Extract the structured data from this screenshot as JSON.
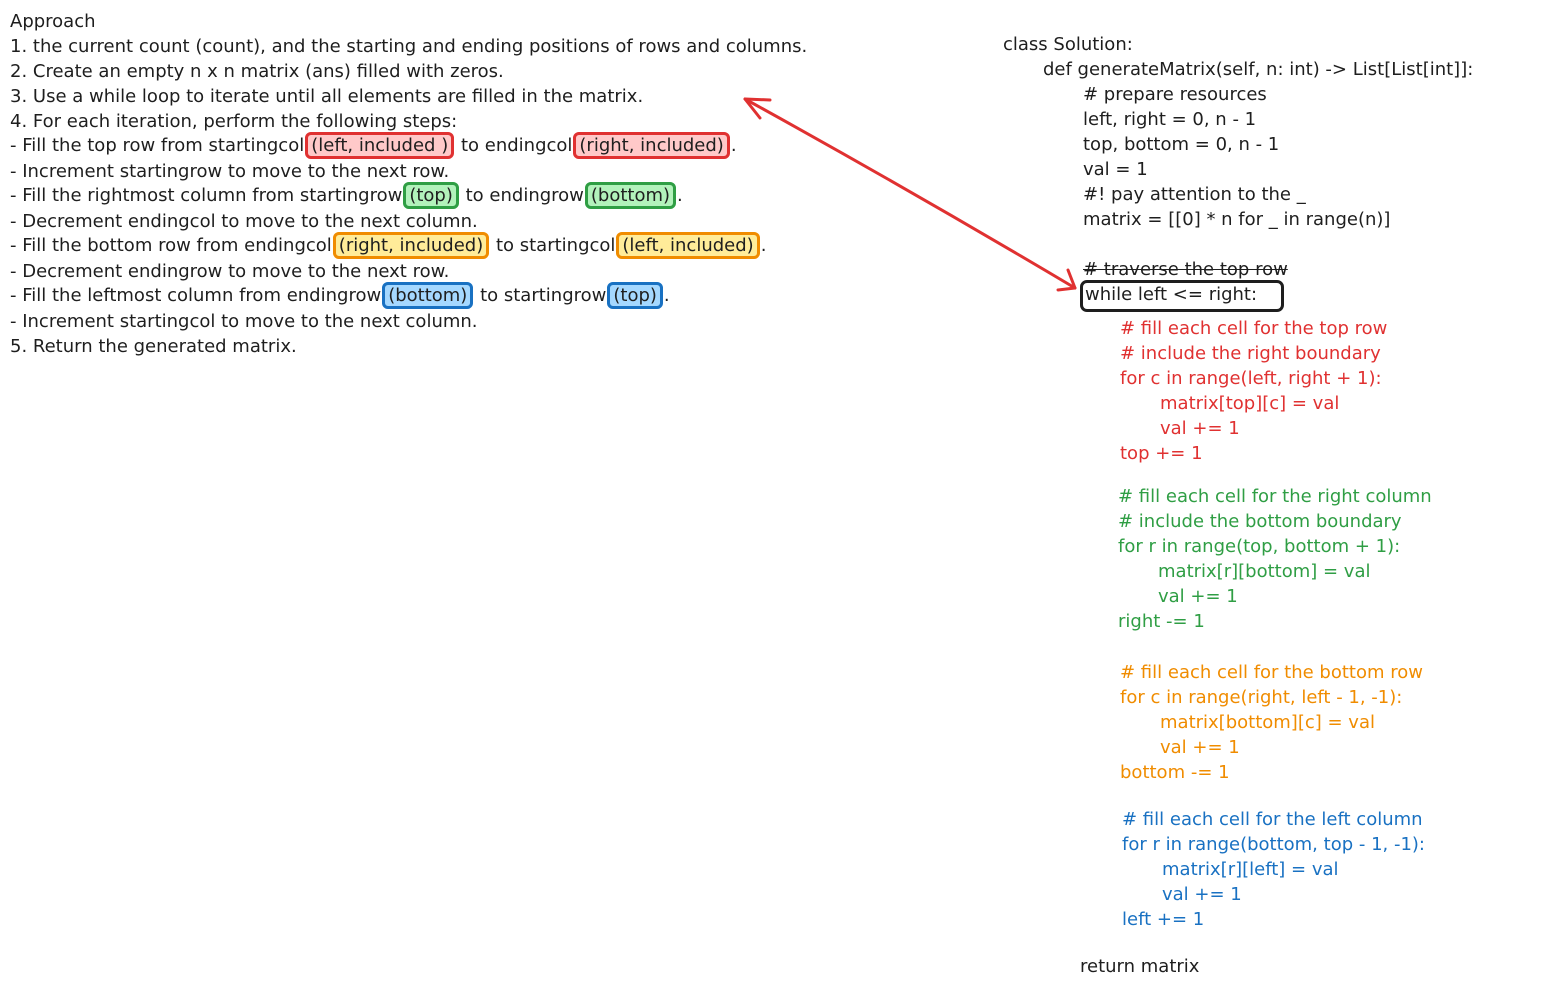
{
  "approach": {
    "title": "Approach",
    "step1": "1. the current count (count), and the starting and ending positions of rows and columns.",
    "step2": "2. Create an empty n x n matrix (ans) filled with zeros.",
    "step3": "3. Use a while loop to iterate until all elements are filled in the matrix.",
    "step4": "4. For each iteration, perform the following steps:",
    "b1": {
      "pre": "- Fill the top row from startingcol",
      "h1": "(left, included )",
      "mid": " to endingcol",
      "h2": "(right, included)",
      "post": "."
    },
    "b2": "- Increment startingrow to move to the next row.",
    "b3": {
      "pre": "- Fill the rightmost column from startingrow",
      "h1": "(top)",
      "mid": " to endingrow",
      "h2": "(bottom)",
      "post": "."
    },
    "b4": "- Decrement endingcol to move to the next column.",
    "b5": {
      "pre": "- Fill the bottom row from endingcol",
      "h1": "(right, included)",
      "mid": " to startingcol",
      "h2": "(left, included)",
      "post": "."
    },
    "b6": "- Decrement endingrow to move to the next row.",
    "b7": {
      "pre": "- Fill the leftmost column from endingrow",
      "h1": "(bottom)",
      "mid": " to startingrow",
      "h2": "(top)",
      "post": "."
    },
    "b8": "- Increment startingcol to move to the next column.",
    "step5": "5. Return the generated matrix."
  },
  "code": {
    "l01": "class Solution:",
    "l02": "def generateMatrix(self, n: int) -> List[List[int]]:",
    "l03": "# prepare resources",
    "l04": "left, right = 0, n - 1",
    "l05": "top, bottom = 0, n - 1",
    "l06": "val = 1",
    "l07": "#! pay attention to the _",
    "l08": "matrix = [[0] * n for _ in range(n)]",
    "l09": "# traverse the top row",
    "l10": "while left <= right:",
    "r1": "# fill each cell for the top row",
    "r2": "# include the right boundary",
    "r3": "for c in range(left, right + 1):",
    "r4": "matrix[top][c] = val",
    "r5": "val += 1",
    "r6": "top += 1",
    "g1": "# fill each cell for the right column",
    "g2": "# include the bottom boundary",
    "g3": "for r in range(top, bottom + 1):",
    "g4": "matrix[r][bottom] = val",
    "g5": "val += 1",
    "g6": "right -= 1",
    "o1": "# fill each cell for the bottom row",
    "o2": "for c in range(right, left - 1, -1):",
    "o3": "matrix[bottom][c] = val",
    "o4": "val += 1",
    "o5": "bottom -= 1",
    "u1": "# fill each cell for the left column",
    "u2": "for r in range(bottom, top - 1, -1):",
    "u3": "matrix[r][left] = val",
    "u4": "val += 1",
    "u5": "left += 1",
    "ret": "return matrix"
  },
  "colors": {
    "red": "#e03131",
    "green": "#2f9e44",
    "orange": "#f08c00",
    "blue": "#1971c2",
    "ink": "#1e1e1e"
  }
}
